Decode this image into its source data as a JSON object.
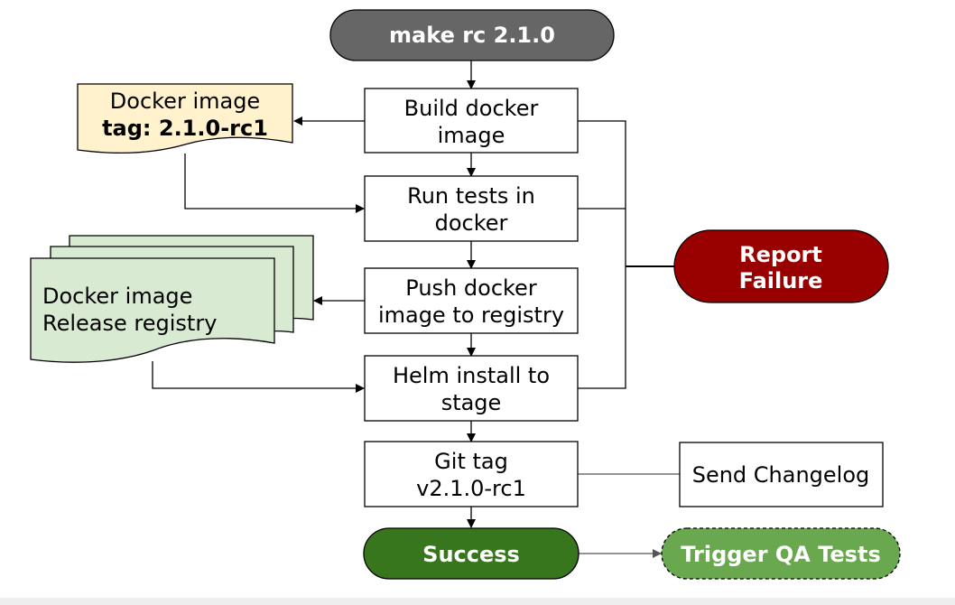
{
  "diagram": {
    "start": "make rc 2.1.0",
    "steps": {
      "build": [
        "Build docker",
        "image"
      ],
      "tests": [
        "Run tests in",
        "docker"
      ],
      "push": [
        "Push docker",
        "image to registry"
      ],
      "helm": [
        "Helm install to",
        "stage"
      ],
      "gittag": [
        "Git tag",
        "v2.1.0-rc1"
      ]
    },
    "docker_image_doc": {
      "line1": "Docker image",
      "line2": "tag: 2.1.0-rc1"
    },
    "registry_doc": {
      "line1": "Docker image",
      "line2": "Release registry"
    },
    "report_failure": [
      "Report",
      "Failure"
    ],
    "send_changelog": "Send Changelog",
    "success": "Success",
    "trigger_qa": "Trigger QA Tests"
  },
  "colors": {
    "start_fill": "#666666",
    "doc_yellow": "#fff2cc",
    "doc_green": "#d9ead3",
    "failure_fill": "#990000",
    "success_fill": "#38761d",
    "qa_fill": "#6aa84f"
  }
}
